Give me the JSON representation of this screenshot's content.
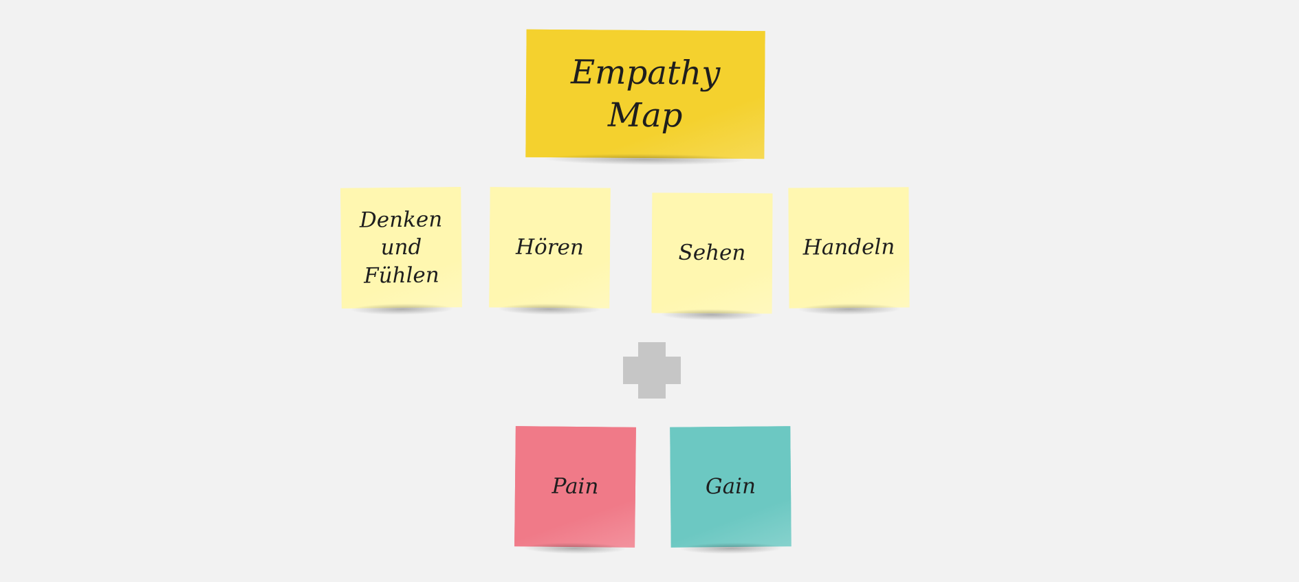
{
  "colors": {
    "background": "#f2f2f2",
    "title_note": "#f4d12e",
    "category_note": "#fff7b0",
    "pain_note": "#f07a88",
    "gain_note": "#6cc8c2",
    "plus_symbol": "#c6c6c6"
  },
  "title_note": {
    "text": "Empathy\nMap"
  },
  "category_notes": [
    {
      "text": "Denken\nund\nFühlen"
    },
    {
      "text": "Hören"
    },
    {
      "text": "Sehen"
    },
    {
      "text": "Handeln"
    }
  ],
  "outcome_notes": [
    {
      "text": "Pain"
    },
    {
      "text": "Gain"
    }
  ],
  "icons": {
    "combine": "plus-icon"
  }
}
